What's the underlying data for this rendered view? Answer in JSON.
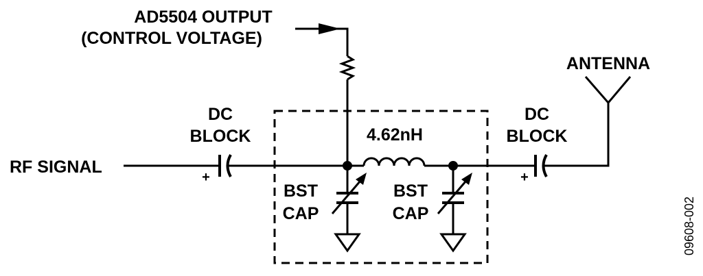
{
  "labels": {
    "ad5504_line1": "AD5504 OUTPUT",
    "ad5504_line2": "(CONTROL VOLTAGE)",
    "antenna": "ANTENNA",
    "dc_block_left_line1": "DC",
    "dc_block_left_line2": "BLOCK",
    "dc_block_right_line1": "DC",
    "dc_block_right_line2": "BLOCK",
    "rf_signal": "RF SIGNAL",
    "inductor": "4.62nH",
    "bst_cap_left_line1": "BST",
    "bst_cap_left_line2": "CAP",
    "bst_cap_right_line1": "BST",
    "bst_cap_right_line2": "CAP",
    "plus_left": "+",
    "plus_right": "+",
    "figure_id": "09608-002"
  }
}
